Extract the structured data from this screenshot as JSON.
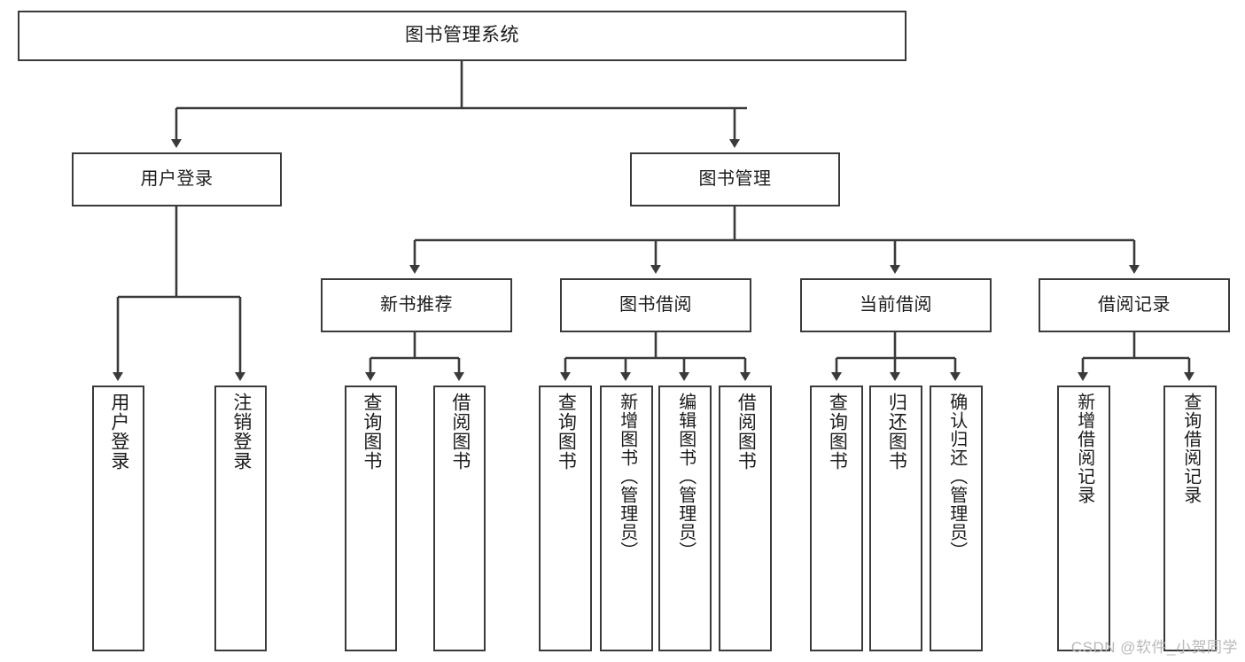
{
  "diagram": {
    "type": "tree-hierarchy",
    "title": "图书管理系统",
    "watermark": "CSDN @软件_小贺同学",
    "colors": {
      "stroke": "#3a3a3a",
      "fill": "#ffffff",
      "text": "#1b1b1b",
      "watermark": "#b9b9b9"
    },
    "nodes": {
      "root": {
        "label": "图书管理系统"
      },
      "level1": [
        {
          "id": "user-login",
          "label": "用户登录"
        },
        {
          "id": "book-manage",
          "label": "图书管理"
        }
      ],
      "level2": [
        {
          "id": "new-book-rec",
          "label": "新书推荐"
        },
        {
          "id": "book-borrow",
          "label": "图书借阅"
        },
        {
          "id": "current-borrow",
          "label": "当前借阅"
        },
        {
          "id": "borrow-record",
          "label": "借阅记录"
        }
      ],
      "leaves": {
        "user_login": [
          {
            "id": "leaf-user-login",
            "label": "用户登录"
          },
          {
            "id": "leaf-logout-login",
            "label": "注销登录"
          }
        ],
        "new_book_rec": [
          {
            "id": "leaf-query-book-1",
            "label": "查询图书"
          },
          {
            "id": "leaf-borrow-book-1",
            "label": "借阅图书"
          }
        ],
        "book_borrow": [
          {
            "id": "leaf-query-book-2",
            "label": "查询图书"
          },
          {
            "id": "leaf-add-book",
            "label": "新增图书（管理员）"
          },
          {
            "id": "leaf-edit-book",
            "label": "编辑图书（管理员）"
          },
          {
            "id": "leaf-borrow-book-2",
            "label": "借阅图书"
          }
        ],
        "current_borrow": [
          {
            "id": "leaf-query-book-3",
            "label": "查询图书"
          },
          {
            "id": "leaf-return-book",
            "label": "归还图书"
          },
          {
            "id": "leaf-confirm-return",
            "label": "确认归还（管理员）"
          }
        ],
        "borrow_record": [
          {
            "id": "leaf-add-record",
            "label": "新增借阅记录"
          },
          {
            "id": "leaf-query-record",
            "label": "查询借阅记录"
          }
        ]
      }
    }
  }
}
